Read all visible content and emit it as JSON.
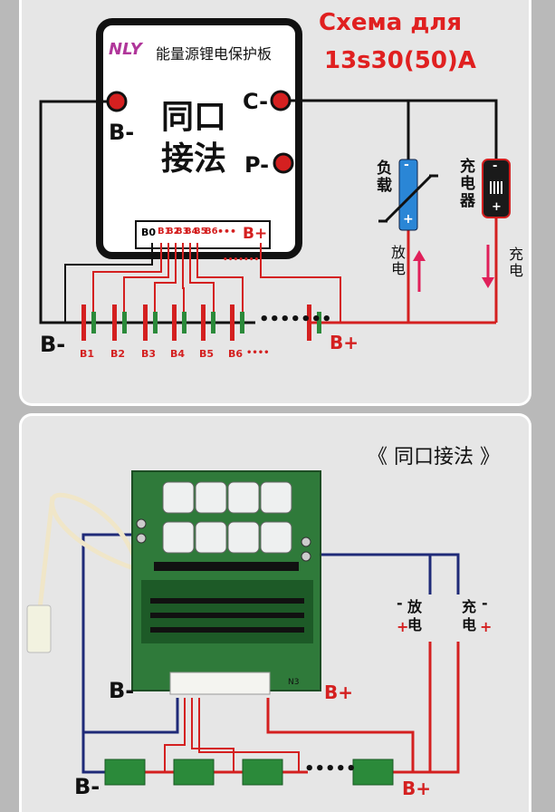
{
  "header": {
    "line1": "Схема для",
    "line2": "13s30(50)A"
  },
  "board": {
    "logo": "NLY",
    "title": "能量源锂电保护板",
    "center_line1": "同口",
    "center_line2": "接法",
    "terminal_b_minus": "B-",
    "terminal_c_minus": "C-",
    "terminal_p_minus": "P-",
    "connector_labels": [
      "B0",
      "B1",
      "B2",
      "B3",
      "B4",
      "B5",
      "B6"
    ],
    "connector_dots": "•••",
    "connector_b_plus": "B+",
    "connector_sub_dots": "•••••••"
  },
  "load": {
    "label": "负载",
    "minus": "-",
    "plus": "+"
  },
  "charger": {
    "label": "充电器",
    "minus": "-",
    "plus": "+"
  },
  "flows": {
    "discharge": "放电",
    "charge": "充电"
  },
  "battery": {
    "cells": [
      "B1",
      "B2",
      "B3",
      "B4",
      "B5",
      "B6"
    ],
    "cell_dots": "••••",
    "chain_dots": "•••••••",
    "b_minus": "B-",
    "b_plus": "B+"
  },
  "bottom": {
    "title": "《 同口接法 》",
    "b_minus_board": "B-",
    "b_plus_board": "B+",
    "discharge_label": "放电",
    "charge_label": "充电",
    "minus": "-",
    "plus": "+",
    "b_minus_bottom": "B-",
    "b_plus_bottom": "B+",
    "chain_dots": "•••••",
    "pcb_mark": "N3"
  },
  "colors": {
    "wire_black": "#111111",
    "wire_red": "#d42020",
    "wire_navy": "#1f2a78",
    "arrow_red": "#e0205a",
    "pcb_green": "#2f7a3a",
    "cell_green": "#2b8a3a"
  }
}
